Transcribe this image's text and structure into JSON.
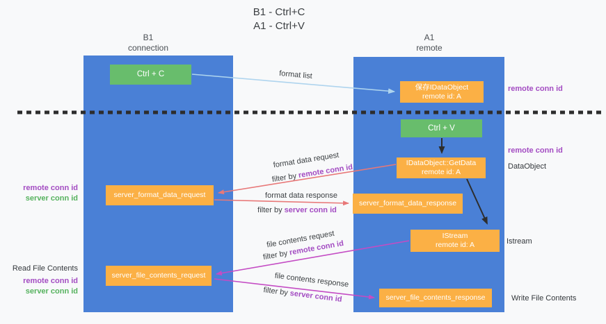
{
  "title": {
    "line1": "B1 - Ctrl+C",
    "line2": "A1 - Ctrl+V"
  },
  "lifelines": {
    "b1": {
      "name": "B1",
      "role": "connection"
    },
    "a1": {
      "name": "A1",
      "role": "remote"
    }
  },
  "nodes": {
    "ctrl_c": "Ctrl + C",
    "ctrl_v": "Ctrl + V",
    "save_idataobject": {
      "line1": "保存IDataObject",
      "line2": "remote id: A"
    },
    "getdata": {
      "line1": "IDataObject::GetData",
      "line2": "remote id: A"
    },
    "istream": {
      "line1": "IStream",
      "line2": "remote id: A"
    },
    "format_request": "server_format_data_request",
    "format_response": "server_format_data_response",
    "file_request": "server_file_contents_request",
    "file_response": "server_file_contents_response"
  },
  "annotations": {
    "format_list": "format list",
    "format_data_request": "format data request",
    "format_data_response": "format data response",
    "file_contents_request": "file contents request",
    "file_contents_response": "file contents response",
    "filter_by": "filter by ",
    "remote_conn_id": "remote conn id",
    "server_conn_id": "server conn id"
  },
  "side_labels": {
    "remote_conn_id": "remote conn id",
    "server_conn_id": "server conn id",
    "dataobject": "DataObject",
    "istream": "Istream",
    "read_file_contents": "Read File Contents",
    "write_file_contents": "Write File Contents"
  },
  "colors": {
    "column_blue": "#4a80d6",
    "box_orange": "#fbb045",
    "box_green": "#68bd6c",
    "arrow_red": "#e87878",
    "arrow_magenta": "#c44cc4",
    "arrow_blue": "#aed4ee",
    "text_purple": "#a34cc2",
    "text_green": "#56b25e"
  }
}
